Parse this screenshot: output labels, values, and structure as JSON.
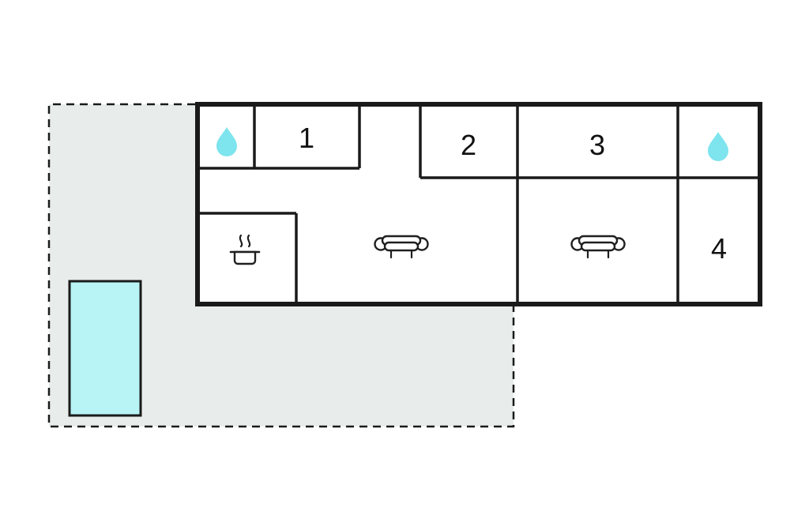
{
  "floorplan": {
    "type": "holiday-home floor plan, top view",
    "rooms": [
      {
        "id": "room-1",
        "label": "1"
      },
      {
        "id": "room-2",
        "label": "2"
      },
      {
        "id": "room-3",
        "label": "3"
      },
      {
        "id": "room-4",
        "label": "4"
      }
    ],
    "icons": {
      "bathroom_left": "water-droplet",
      "bathroom_right": "water-droplet",
      "kitchen": "steaming-pot",
      "living_area_left": "sofa",
      "living_area_right": "sofa"
    },
    "colors": {
      "wall": "#1a1a1a",
      "terrace": "#e8edec",
      "pool": "#b8f4f6",
      "droplet": "#7ee4ee",
      "room_fill": "#ffffff"
    }
  }
}
